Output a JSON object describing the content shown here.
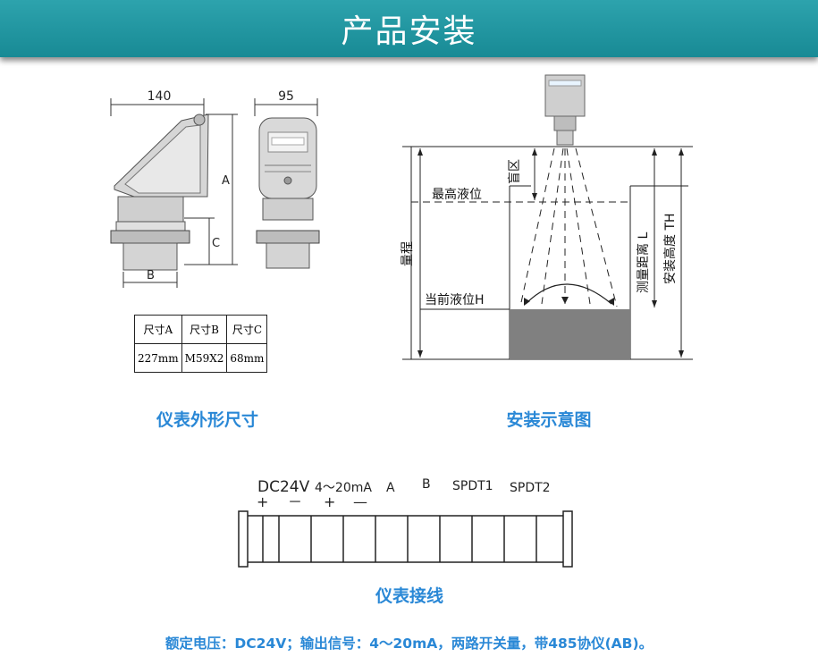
{
  "header": {
    "title": "产品安装"
  },
  "dimensions_drawing": {
    "width_label": "140",
    "side_width_label": "95",
    "label_A": "A",
    "label_B": "B",
    "label_C": "C",
    "table": {
      "headers": [
        "尺寸A",
        "尺寸B",
        "尺寸C"
      ],
      "values": [
        "227mm",
        "M59X2",
        "68mm"
      ]
    },
    "caption": "仪表外形尺寸"
  },
  "install_diagram": {
    "blind_zone": "盲区",
    "max_level": "最高液位",
    "range": "量程",
    "current_level": "当前液位H",
    "measure_distance": "测量距离 L",
    "install_height": "安装高度 TH",
    "caption": "安装示意图"
  },
  "wiring": {
    "terminal_labels": [
      "DC24V",
      "4～20mA",
      "A",
      "B",
      "SPDT1",
      "SPDT2"
    ],
    "polarity": [
      "+",
      "－",
      "+",
      "—"
    ],
    "caption": "仪表接线"
  },
  "footer": {
    "note": "额定电压：DC24V；输出信号：4～20mA，两路开关量，带485协仪(AB)。"
  }
}
